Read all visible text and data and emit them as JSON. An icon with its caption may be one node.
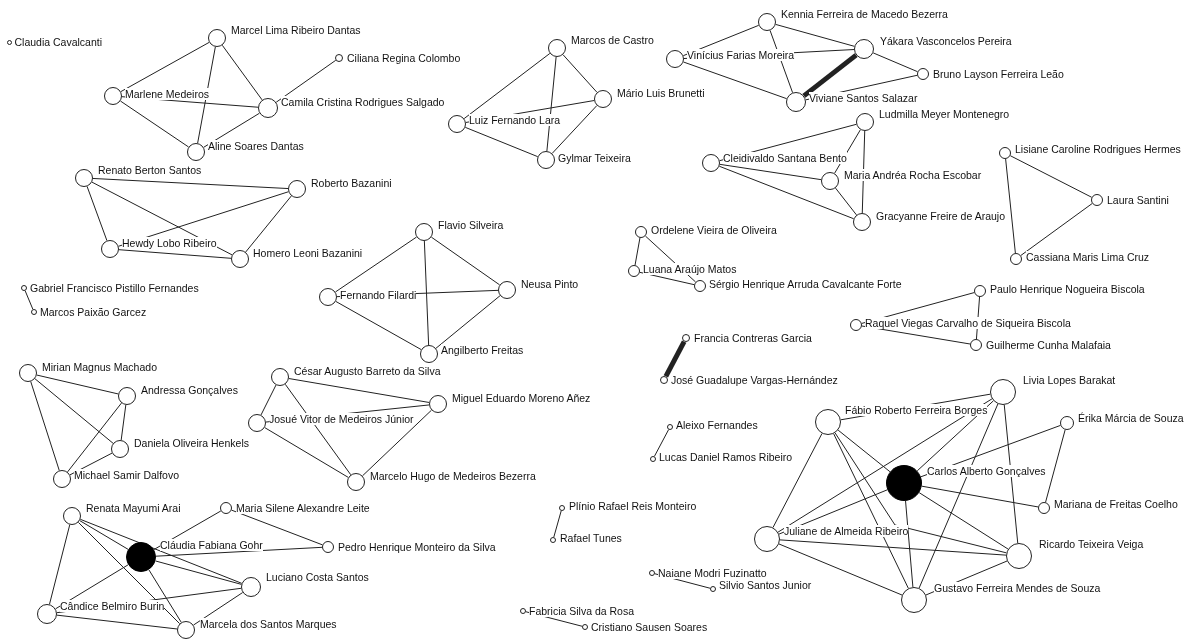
{
  "diagram": {
    "nodes": [
      {
        "text": [],
        "shape": "circle",
        "beside": [
          "Claudia Cavalcanti"
        ]
      },
      {
        "text": [],
        "shape": "circle",
        "beside": [
          "Marcel Lima Ribeiro Dantas"
        ]
      },
      {
        "text": [],
        "shape": "circle",
        "beside": [
          "Ciliana Regina Colombo"
        ]
      },
      {
        "text": [],
        "shape": "circle",
        "beside": [
          "Marlene Medeiros"
        ]
      },
      {
        "text": [],
        "shape": "circle",
        "beside": [
          "Camila Cristina Rodrigues Salgado"
        ]
      },
      {
        "text": [],
        "shape": "circle",
        "beside": [
          "Aline Soares Dantas"
        ]
      },
      {
        "text": [],
        "shape": "circle",
        "beside": [
          "Renato Berton Santos"
        ]
      },
      {
        "text": [],
        "shape": "circle",
        "beside": [
          "Roberto Bazanini"
        ]
      },
      {
        "text": [],
        "shape": "circle",
        "beside": [
          "Hewdy Lobo Ribeiro"
        ]
      },
      {
        "text": [],
        "shape": "circle",
        "beside": [
          "Homero Leoni Bazanini"
        ]
      },
      {
        "text": [],
        "shape": "circle",
        "beside": [
          "Gabriel Francisco Pistillo Fernandes"
        ]
      },
      {
        "text": [],
        "shape": "circle",
        "beside": [
          "Marcos Paixão Garcez"
        ]
      },
      {
        "text": [],
        "shape": "circle",
        "beside": [
          "Marcos de Castro"
        ]
      },
      {
        "text": [],
        "shape": "circle",
        "beside": [
          "Mário Luis Brunetti"
        ]
      },
      {
        "text": [],
        "shape": "circle",
        "beside": [
          "Luiz Fernando Lara"
        ]
      },
      {
        "text": [],
        "shape": "circle",
        "beside": [
          "Gylmar Teixeira"
        ]
      },
      {
        "text": [],
        "shape": "circle",
        "beside": [
          "Kennia Ferreira de Macedo Bezerra"
        ]
      },
      {
        "text": [],
        "shape": "circle",
        "beside": [
          "Vinícius Farias Moreira"
        ]
      },
      {
        "text": [],
        "shape": "circle",
        "beside": [
          "Yákara Vasconcelos Pereira"
        ]
      },
      {
        "text": [],
        "shape": "circle",
        "beside": [
          "Bruno Layson Ferreira Leão"
        ]
      },
      {
        "text": [],
        "shape": "circle",
        "beside": [
          "Viviane Santos Salazar"
        ]
      },
      {
        "text": [],
        "shape": "circle",
        "beside": [
          "Ludmilla Meyer Montenegro"
        ]
      },
      {
        "text": [],
        "shape": "circle",
        "beside": [
          "Cleidivaldo Santana Bento"
        ]
      },
      {
        "text": [],
        "shape": "circle",
        "beside": [
          "Maria Andréa Rocha Escobar"
        ]
      },
      {
        "text": [],
        "shape": "circle",
        "beside": [
          "Gracyanne Freire de Araujo"
        ]
      },
      {
        "text": [],
        "shape": "circle",
        "beside": [
          "Lisiane Caroline Rodrigues Hermes"
        ]
      },
      {
        "text": [],
        "shape": "circle",
        "beside": [
          "Laura Santini"
        ]
      },
      {
        "text": [],
        "shape": "circle",
        "beside": [
          "Cassiana Maris Lima Cruz"
        ]
      },
      {
        "text": [],
        "shape": "circle",
        "beside": [
          "Flavio Silveira"
        ]
      },
      {
        "text": [],
        "shape": "circle",
        "beside": [
          "Fernando Filardi"
        ]
      },
      {
        "text": [],
        "shape": "circle",
        "beside": [
          "Neusa Pinto"
        ]
      },
      {
        "text": [],
        "shape": "circle",
        "beside": [
          "Angilberto Freitas"
        ]
      },
      {
        "text": [],
        "shape": "circle",
        "beside": [
          "Ordelene Vieira de Oliveira"
        ]
      },
      {
        "text": [],
        "shape": "circle",
        "beside": [
          "Luana Araújo Matos"
        ]
      },
      {
        "text": [],
        "shape": "circle",
        "beside": [
          "Sérgio Henrique Arruda Cavalcante Forte"
        ]
      },
      {
        "text": [],
        "shape": "circle",
        "beside": [
          "Paulo Henrique Nogueira Biscola"
        ]
      },
      {
        "text": [],
        "shape": "circle",
        "beside": [
          "Raquel Viegas Carvalho de Siqueira Biscola"
        ]
      },
      {
        "text": [],
        "shape": "circle",
        "beside": [
          "Guilherme Cunha Malafaia"
        ]
      },
      {
        "text": [],
        "shape": "circle",
        "beside": [
          "Francia Contreras Garcia"
        ]
      },
      {
        "text": [],
        "shape": "circle",
        "beside": [
          "José Guadalupe Vargas-Hernández"
        ]
      },
      {
        "text": [],
        "shape": "circle",
        "beside": [
          "Mirian Magnus Machado"
        ]
      },
      {
        "text": [],
        "shape": "circle",
        "beside": [
          "Andressa Gonçalves"
        ]
      },
      {
        "text": [],
        "shape": "circle",
        "beside": [
          "Daniela Oliveira Henkels"
        ]
      },
      {
        "text": [],
        "shape": "circle",
        "beside": [
          "Michael Samir Dalfovo"
        ]
      },
      {
        "text": [],
        "shape": "circle",
        "beside": [
          "César Augusto Barreto da Silva"
        ]
      },
      {
        "text": [],
        "shape": "circle",
        "beside": [
          "Miguel Eduardo Moreno Añez"
        ]
      },
      {
        "text": [],
        "shape": "circle",
        "beside": [
          "Josué Vitor de Medeiros Júnior"
        ]
      },
      {
        "text": [],
        "shape": "circle",
        "beside": [
          "Marcelo Hugo de Medeiros Bezerra"
        ]
      },
      {
        "text": [],
        "shape": "circle",
        "beside": [
          "Aleixo Fernandes"
        ]
      },
      {
        "text": [],
        "shape": "circle",
        "beside": [
          "Lucas Daniel Ramos Ribeiro"
        ]
      },
      {
        "text": [],
        "shape": "circle",
        "beside": [
          "Renata Mayumi Arai"
        ]
      },
      {
        "text": [],
        "shape": "circle",
        "beside": [
          "Maria Silene Alexandre Leite"
        ]
      },
      {
        "text": [],
        "shape": "circle",
        "beside": [
          "Cláudia Fabiana Gohr"
        ]
      },
      {
        "text": [],
        "shape": "circle",
        "beside": [
          "Pedro Henrique Monteiro da Silva"
        ]
      },
      {
        "text": [],
        "shape": "circle",
        "beside": [
          "Luciano Costa Santos"
        ]
      },
      {
        "text": [],
        "shape": "circle",
        "beside": [
          "Cândice Belmiro Burin"
        ]
      },
      {
        "text": [],
        "shape": "circle",
        "beside": [
          "Marcela dos Santos Marques"
        ]
      },
      {
        "text": [],
        "shape": "circle",
        "beside": [
          "Plínio Rafael Reis Monteiro"
        ]
      },
      {
        "text": [],
        "shape": "circle",
        "beside": [
          "Rafael Tunes"
        ]
      },
      {
        "text": [],
        "shape": "circle",
        "beside": [
          "Naiane Modri Fuzinatto"
        ]
      },
      {
        "text": [],
        "shape": "circle",
        "beside": [
          "Silvio Santos Junior"
        ]
      },
      {
        "text": [],
        "shape": "circle",
        "beside": [
          "Fabricia Silva da Rosa"
        ]
      },
      {
        "text": [],
        "shape": "circle",
        "beside": [
          "Cristiano Sausen Soares"
        ]
      },
      {
        "text": [],
        "shape": "circle",
        "beside": [
          "Livia Lopes Barakat"
        ]
      },
      {
        "text": [],
        "shape": "circle",
        "beside": [
          "Fábio Roberto Ferreira Borges"
        ]
      },
      {
        "text": [],
        "shape": "circle",
        "beside": [
          "Érika Márcia de Souza"
        ]
      },
      {
        "text": [],
        "shape": "circle",
        "beside": [
          "Carlos Alberto Gonçalves"
        ]
      },
      {
        "text": [],
        "shape": "circle",
        "beside": [
          "Mariana de Freitas Coelho"
        ]
      },
      {
        "text": [],
        "shape": "circle",
        "beside": [
          "Juliane de Almeida Ribeiro"
        ]
      },
      {
        "text": [],
        "shape": "circle",
        "beside": [
          "Ricardo Teixeira Veiga"
        ]
      },
      {
        "text": [],
        "shape": "circle",
        "beside": [
          "Gustavo Ferreira Mendes de Souza"
        ]
      }
    ],
    "edges": [
      {
        "from": 1,
        "to": 3,
        "arrow": "none"
      },
      {
        "from": 1,
        "to": 5,
        "arrow": "none"
      },
      {
        "from": 1,
        "to": 4,
        "arrow": "none"
      },
      {
        "from": 3,
        "to": 4,
        "arrow": "none"
      },
      {
        "from": 3,
        "to": 5,
        "arrow": "none"
      },
      {
        "from": 4,
        "to": 5,
        "arrow": "none"
      },
      {
        "from": 2,
        "to": 4,
        "arrow": "none"
      },
      {
        "from": 6,
        "to": 7,
        "arrow": "none"
      },
      {
        "from": 6,
        "to": 8,
        "arrow": "none"
      },
      {
        "from": 6,
        "to": 9,
        "arrow": "none"
      },
      {
        "from": 7,
        "to": 8,
        "arrow": "none"
      },
      {
        "from": 7,
        "to": 9,
        "arrow": "none"
      },
      {
        "from": 8,
        "to": 9,
        "arrow": "none"
      },
      {
        "from": 10,
        "to": 11,
        "arrow": "none"
      },
      {
        "from": 12,
        "to": 14,
        "arrow": "none"
      },
      {
        "from": 12,
        "to": 15,
        "arrow": "none"
      },
      {
        "from": 12,
        "to": 13,
        "arrow": "none"
      },
      {
        "from": 13,
        "to": 14,
        "arrow": "none"
      },
      {
        "from": 13,
        "to": 15,
        "arrow": "none"
      },
      {
        "from": 14,
        "to": 15,
        "arrow": "none"
      },
      {
        "from": 16,
        "to": 17,
        "arrow": "none"
      },
      {
        "from": 16,
        "to": 18,
        "arrow": "none"
      },
      {
        "from": 16,
        "to": 20,
        "arrow": "none"
      },
      {
        "from": 17,
        "to": 18,
        "arrow": "none"
      },
      {
        "from": 17,
        "to": 20,
        "arrow": "none"
      },
      {
        "from": 18,
        "to": 20,
        "arrow": "none",
        "style": "thick"
      },
      {
        "from": 18,
        "to": 19,
        "arrow": "none"
      },
      {
        "from": 19,
        "to": 20,
        "arrow": "none"
      },
      {
        "from": 21,
        "to": 22,
        "arrow": "none"
      },
      {
        "from": 21,
        "to": 23,
        "arrow": "none"
      },
      {
        "from": 21,
        "to": 24,
        "arrow": "none"
      },
      {
        "from": 22,
        "to": 23,
        "arrow": "none"
      },
      {
        "from": 22,
        "to": 24,
        "arrow": "none"
      },
      {
        "from": 23,
        "to": 24,
        "arrow": "none"
      },
      {
        "from": 25,
        "to": 26,
        "arrow": "none"
      },
      {
        "from": 25,
        "to": 27,
        "arrow": "none"
      },
      {
        "from": 26,
        "to": 27,
        "arrow": "none"
      },
      {
        "from": 28,
        "to": 29,
        "arrow": "none"
      },
      {
        "from": 28,
        "to": 30,
        "arrow": "none"
      },
      {
        "from": 28,
        "to": 31,
        "arrow": "none"
      },
      {
        "from": 29,
        "to": 30,
        "arrow": "none"
      },
      {
        "from": 29,
        "to": 31,
        "arrow": "none"
      },
      {
        "from": 30,
        "to": 31,
        "arrow": "none"
      },
      {
        "from": 32,
        "to": 33,
        "arrow": "none"
      },
      {
        "from": 32,
        "to": 34,
        "arrow": "none"
      },
      {
        "from": 33,
        "to": 34,
        "arrow": "none"
      },
      {
        "from": 35,
        "to": 36,
        "arrow": "none"
      },
      {
        "from": 35,
        "to": 37,
        "arrow": "none"
      },
      {
        "from": 36,
        "to": 37,
        "arrow": "none"
      },
      {
        "from": 38,
        "to": 39,
        "arrow": "none",
        "style": "thick"
      },
      {
        "from": 40,
        "to": 41,
        "arrow": "none"
      },
      {
        "from": 40,
        "to": 42,
        "arrow": "none"
      },
      {
        "from": 40,
        "to": 43,
        "arrow": "none"
      },
      {
        "from": 41,
        "to": 42,
        "arrow": "none"
      },
      {
        "from": 41,
        "to": 43,
        "arrow": "none"
      },
      {
        "from": 42,
        "to": 43,
        "arrow": "none"
      },
      {
        "from": 44,
        "to": 45,
        "arrow": "none"
      },
      {
        "from": 44,
        "to": 46,
        "arrow": "none"
      },
      {
        "from": 44,
        "to": 47,
        "arrow": "none"
      },
      {
        "from": 45,
        "to": 46,
        "arrow": "none"
      },
      {
        "from": 45,
        "to": 47,
        "arrow": "none"
      },
      {
        "from": 46,
        "to": 47,
        "arrow": "none"
      },
      {
        "from": 48,
        "to": 49,
        "arrow": "none"
      },
      {
        "from": 50,
        "to": 52,
        "arrow": "none"
      },
      {
        "from": 50,
        "to": 54,
        "arrow": "none"
      },
      {
        "from": 50,
        "to": 55,
        "arrow": "none"
      },
      {
        "from": 50,
        "to": 56,
        "arrow": "none"
      },
      {
        "from": 51,
        "to": 52,
        "arrow": "none"
      },
      {
        "from": 51,
        "to": 53,
        "arrow": "none"
      },
      {
        "from": 52,
        "to": 53,
        "arrow": "none"
      },
      {
        "from": 52,
        "to": 54,
        "arrow": "none"
      },
      {
        "from": 52,
        "to": 55,
        "arrow": "none"
      },
      {
        "from": 52,
        "to": 56,
        "arrow": "none"
      },
      {
        "from": 54,
        "to": 55,
        "arrow": "none"
      },
      {
        "from": 54,
        "to": 56,
        "arrow": "none"
      },
      {
        "from": 55,
        "to": 56,
        "arrow": "none"
      },
      {
        "from": 57,
        "to": 58,
        "arrow": "none"
      },
      {
        "from": 59,
        "to": 60,
        "arrow": "none"
      },
      {
        "from": 61,
        "to": 62,
        "arrow": "none"
      },
      {
        "from": 63,
        "to": 64,
        "arrow": "none"
      },
      {
        "from": 63,
        "to": 66,
        "arrow": "none"
      },
      {
        "from": 63,
        "to": 68,
        "arrow": "none"
      },
      {
        "from": 63,
        "to": 69,
        "arrow": "none"
      },
      {
        "from": 63,
        "to": 70,
        "arrow": "none"
      },
      {
        "from": 64,
        "to": 66,
        "arrow": "none"
      },
      {
        "from": 64,
        "to": 68,
        "arrow": "none"
      },
      {
        "from": 64,
        "to": 69,
        "arrow": "none"
      },
      {
        "from": 64,
        "to": 70,
        "arrow": "none"
      },
      {
        "from": 65,
        "to": 66,
        "arrow": "none"
      },
      {
        "from": 65,
        "to": 67,
        "arrow": "none"
      },
      {
        "from": 66,
        "to": 67,
        "arrow": "none"
      },
      {
        "from": 66,
        "to": 68,
        "arrow": "none"
      },
      {
        "from": 66,
        "to": 69,
        "arrow": "none"
      },
      {
        "from": 66,
        "to": 70,
        "arrow": "none"
      },
      {
        "from": 68,
        "to": 69,
        "arrow": "none"
      },
      {
        "from": 68,
        "to": 70,
        "arrow": "none"
      },
      {
        "from": 69,
        "to": 70,
        "arrow": "none"
      }
    ]
  }
}
